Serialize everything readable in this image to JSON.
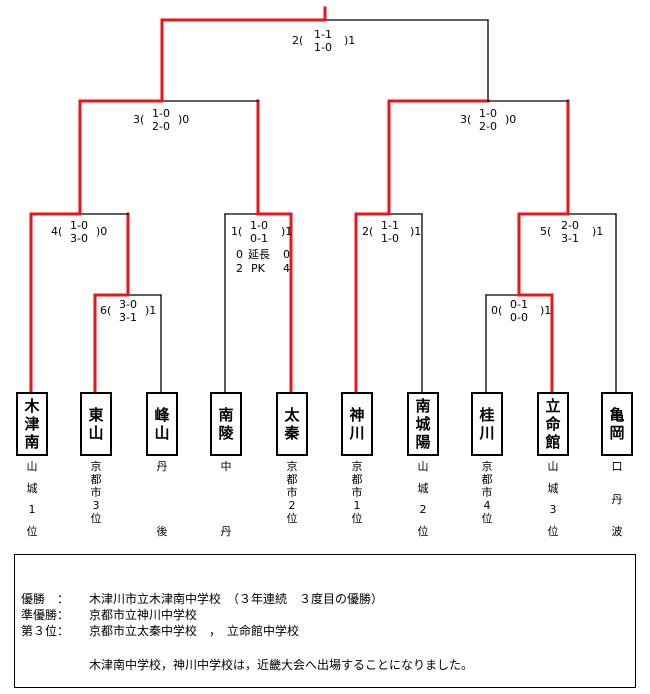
{
  "teams": [
    {
      "name": "木津南",
      "region": "山城1位"
    },
    {
      "name": "東山",
      "region": "京都市3位"
    },
    {
      "name": "峰山",
      "region": "丹後"
    },
    {
      "name": "南陵",
      "region": "中丹"
    },
    {
      "name": "太秦",
      "region": "京都市2位"
    },
    {
      "name": "神川",
      "region": "京都市1位"
    },
    {
      "name": "南城陽",
      "region": "山城2位"
    },
    {
      "name": "桂川",
      "region": "京都市4位"
    },
    {
      "name": "立命館",
      "region": "山城3位"
    },
    {
      "name": "亀岡",
      "region": "口丹波"
    }
  ],
  "matches": {
    "final": {
      "left": "2(",
      "lines": [
        "1-1",
        "1-0"
      ],
      "right": ")1"
    },
    "semi_l": {
      "left": "3(",
      "lines": [
        "1-0",
        "2-0"
      ],
      "right": ")0"
    },
    "semi_r": {
      "left": "3(",
      "lines": [
        "1-0",
        "2-0"
      ],
      "right": ")0"
    },
    "qf1": {
      "left": "4(",
      "lines": [
        "1-0",
        "3-0"
      ],
      "right": ")0"
    },
    "qf2": {
      "left": "1(",
      "lines": [
        "1-0",
        "0-1"
      ],
      "right": ")1"
    },
    "qf3": {
      "left": "2(",
      "lines": [
        "1-1",
        "1-0"
      ],
      "right": ")1"
    },
    "qf4": {
      "left": "5(",
      "lines": [
        "2-0",
        "3-1"
      ],
      "right": ")1"
    },
    "r1a": {
      "left": "6(",
      "lines": [
        "3-0",
        "3-1"
      ],
      "right": ")1"
    },
    "r1b": {
      "left": "0(",
      "lines": [
        "0-1",
        "0-0"
      ],
      "right": ")1"
    }
  },
  "qf2_extra": {
    "ot_label": "延長",
    "ot_left": "0",
    "ot_right": "0",
    "pk_label": "PK",
    "pk_left": "2",
    "pk_right": "4"
  },
  "summary": {
    "champion_label": "優勝　：",
    "champion": "木津川市立木津南中学校　（３年連続　３度目の優勝）",
    "runner_label": "準優勝：",
    "runner": "京都市立神川中学校",
    "third_label": "第３位：",
    "third": "京都市立太秦中学校　，　立命館中学校",
    "note": "木津南中学校，神川中学校は，近畿大会へ出場することになりました。"
  },
  "colors": {
    "win": "#e8161b",
    "line": "#000000"
  }
}
